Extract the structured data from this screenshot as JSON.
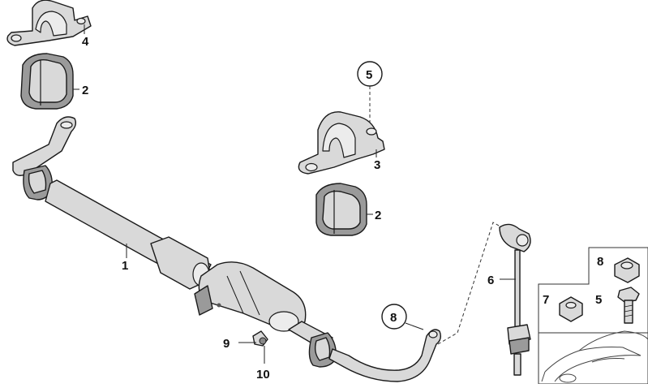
{
  "labels": {
    "stabilizer_bar": "1",
    "rubber_mount_top": "2",
    "rubber_mount_mid": "2",
    "bracket_mid": "3",
    "bracket_top": "4",
    "callout_5_circle": "5",
    "hex_bolt": "5",
    "link_rod": "6",
    "nut_small": "7",
    "collar_nut": "8",
    "callout_8_circle": "8",
    "bolt_9": "9",
    "bolt_10": "10"
  }
}
